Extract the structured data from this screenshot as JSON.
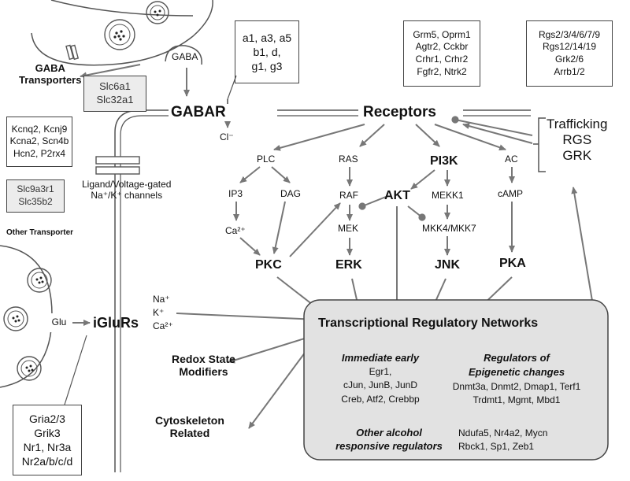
{
  "gaba_transporters_label": [
    "GABA",
    "Transporters"
  ],
  "gaba_vesicle_label": "GABA",
  "gaba_subunits": [
    "a1, a3, a5",
    "b1, d,",
    "g1, g3"
  ],
  "gaba_transporter_genes": [
    "Slc6a1",
    "Slc32a1"
  ],
  "receptor_genes": [
    "Grm5, Oprm1",
    "Agtr2, Cckbr",
    "Crhr1, Crhr2",
    "Fgfr2, Ntrk2"
  ],
  "regulator_genes": [
    "Rgs2/3/4/6/7/9",
    "Rgs12/14/19",
    "Grk2/6",
    "Arrb1/2"
  ],
  "channel_genes": [
    "Kcnq2, Kcnj9",
    "Kcna2, Scn4b",
    "Hcn2, P2rx4"
  ],
  "channel_label": [
    "Ligand/Voltage-gated",
    "Na⁺/K⁺ channels"
  ],
  "other_transporter_genes": [
    "Slc9a3r1",
    "Slc35b2"
  ],
  "other_transporter_label": "Other Transporter",
  "gabar": "GABAR",
  "chloride": "Cl⁻",
  "receptors": "Receptors",
  "trafficking": [
    "Trafficking",
    "RGS",
    "GRK"
  ],
  "plc": "PLC",
  "ip3": "IP3",
  "dag": "DAG",
  "ca": "Ca²⁺",
  "pkc": "PKC",
  "ras": "RAS",
  "raf": "RAF",
  "mek": "MEK",
  "erk": "ERK",
  "pi3k": "PI3K",
  "akt": "AKT",
  "mekk1": "MEKK1",
  "mkk47": "MKK4/MKK7",
  "jnk": "JNK",
  "ac": "AC",
  "camp": "cAMP",
  "pka": "PKA",
  "glu": "Glu",
  "iglurs": "iGluRs",
  "ions": [
    "Na⁺",
    "K⁺",
    "Ca²⁺"
  ],
  "tf_networks": "Transcriptional Regulatory Networks",
  "redox": [
    "Redox State",
    "Modifiers"
  ],
  "cytoskeleton": [
    "Cytoskeleton",
    "Related"
  ],
  "immediate_early_title": "Immediate early",
  "immediate_early_genes": [
    "Egr1,",
    "cJun, JunB, JunD",
    "Creb, Atf2, Crebbp"
  ],
  "epigenetic_title": [
    "Regulators of",
    "Epigenetic changes"
  ],
  "epigenetic_genes": [
    "Dnmt3a, Dnmt2, Dmap1, Terf1",
    "Trdmt1, Mgmt, Mbd1"
  ],
  "other_alcohol_title": [
    "Other alcohol",
    "responsive regulators"
  ],
  "other_alcohol_genes": [
    "Ndufa5, Nr4a2, Mycn",
    "Rbck1, Sp1, Zeb1"
  ],
  "iglur_genes": [
    "Gria2/3",
    "Grik3",
    "Nr1, Nr3a",
    "Nr2a/b/c/d"
  ]
}
